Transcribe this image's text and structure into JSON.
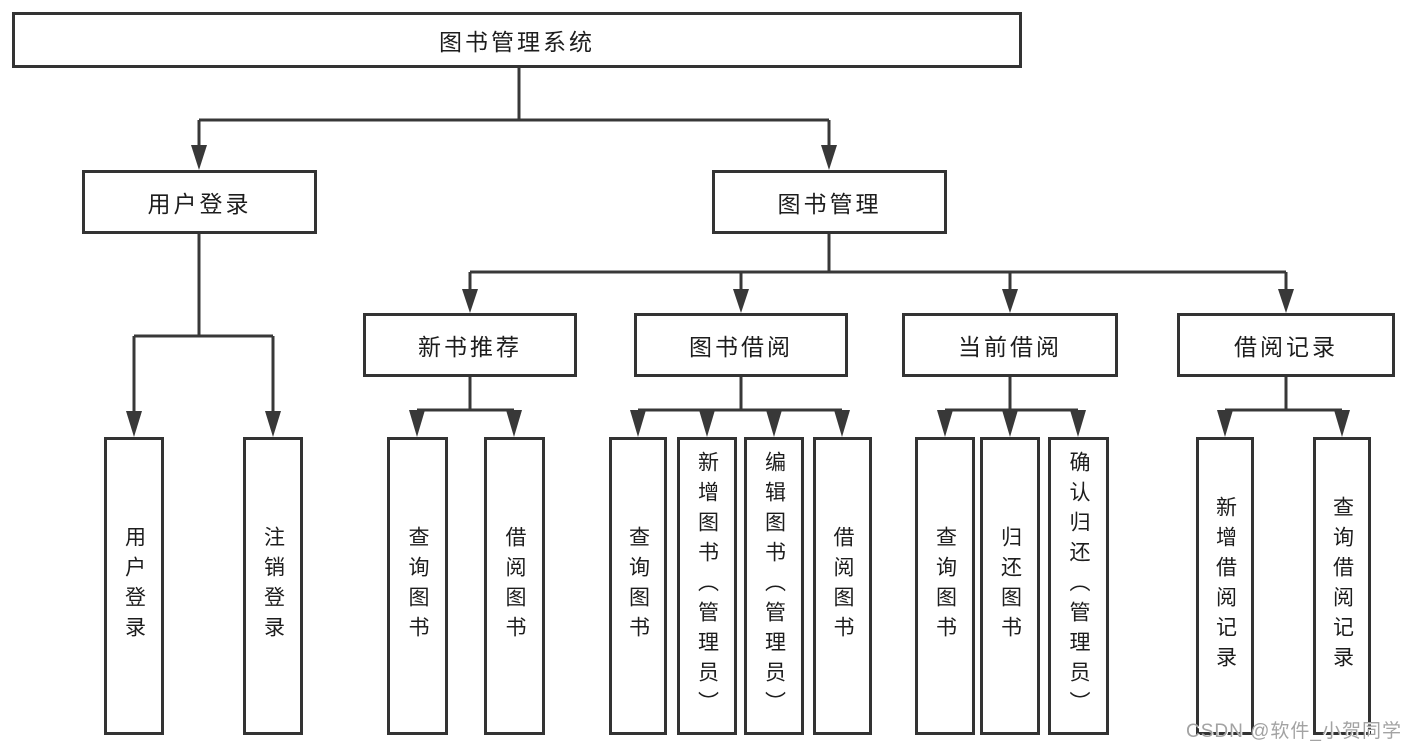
{
  "title": "图书管理系统",
  "watermark": "CSDN @软件_小贺同学",
  "colors": {
    "background": "#ffffff",
    "box_border": "#333333",
    "connector_line": "#383838",
    "text": "#1d1d1d",
    "watermark_text": "#a3a3a3"
  },
  "branches": [
    {
      "label": "用户登录",
      "leaves": [
        "用户登录",
        "注销登录"
      ]
    },
    {
      "label": "图书管理",
      "groups": [
        {
          "label": "新书推荐",
          "leaves": [
            "查询图书",
            "借阅图书"
          ]
        },
        {
          "label": "图书借阅",
          "leaves": [
            "查询图书",
            "新增图书（管理员）",
            "编辑图书（管理员）",
            "借阅图书"
          ]
        },
        {
          "label": "当前借阅",
          "leaves": [
            "查询图书",
            "归还图书",
            "确认归还（管理员）"
          ]
        },
        {
          "label": "借阅记录",
          "leaves": [
            "新增借阅记录",
            "查询借阅记录"
          ]
        }
      ]
    }
  ]
}
